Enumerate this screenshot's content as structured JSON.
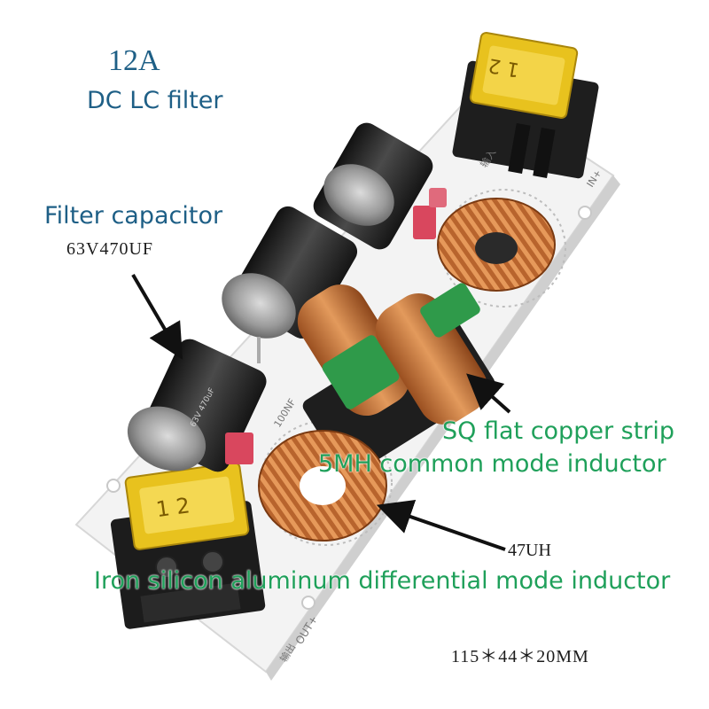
{
  "product": {
    "current_rating": "12A",
    "title": "DC LC filter",
    "dimensions": "115＊44＊20MM"
  },
  "callouts": {
    "capacitor": {
      "label": "Filter capacitor",
      "value": "63V470UF"
    },
    "common_mode": {
      "line1": "SQ flat copper strip",
      "line2": "5MH common mode inductor"
    },
    "differential": {
      "value": "47UH",
      "label": "Iron silicon aluminum differential mode inductor"
    }
  },
  "board_markings": {
    "cap_code": "100NF",
    "output_label": "OUT+",
    "output_cn": "输出",
    "input_cn": "输入",
    "input_label": "IN+",
    "fuse_digits": "1 2",
    "capacitor_print": "63V 470uF"
  },
  "colors": {
    "heading_blue": "#1e5f86",
    "callout_green": "#1fa05a",
    "copper": "#c8733a",
    "fuse_yellow": "#e8c21e",
    "terminal_black": "#1c1c1c",
    "capacitor_body": "#2b2b2b",
    "choke_green": "#2f9a4a",
    "board_white": "#f4f4f4"
  },
  "icons": {
    "arrows": "arrow-icon"
  }
}
